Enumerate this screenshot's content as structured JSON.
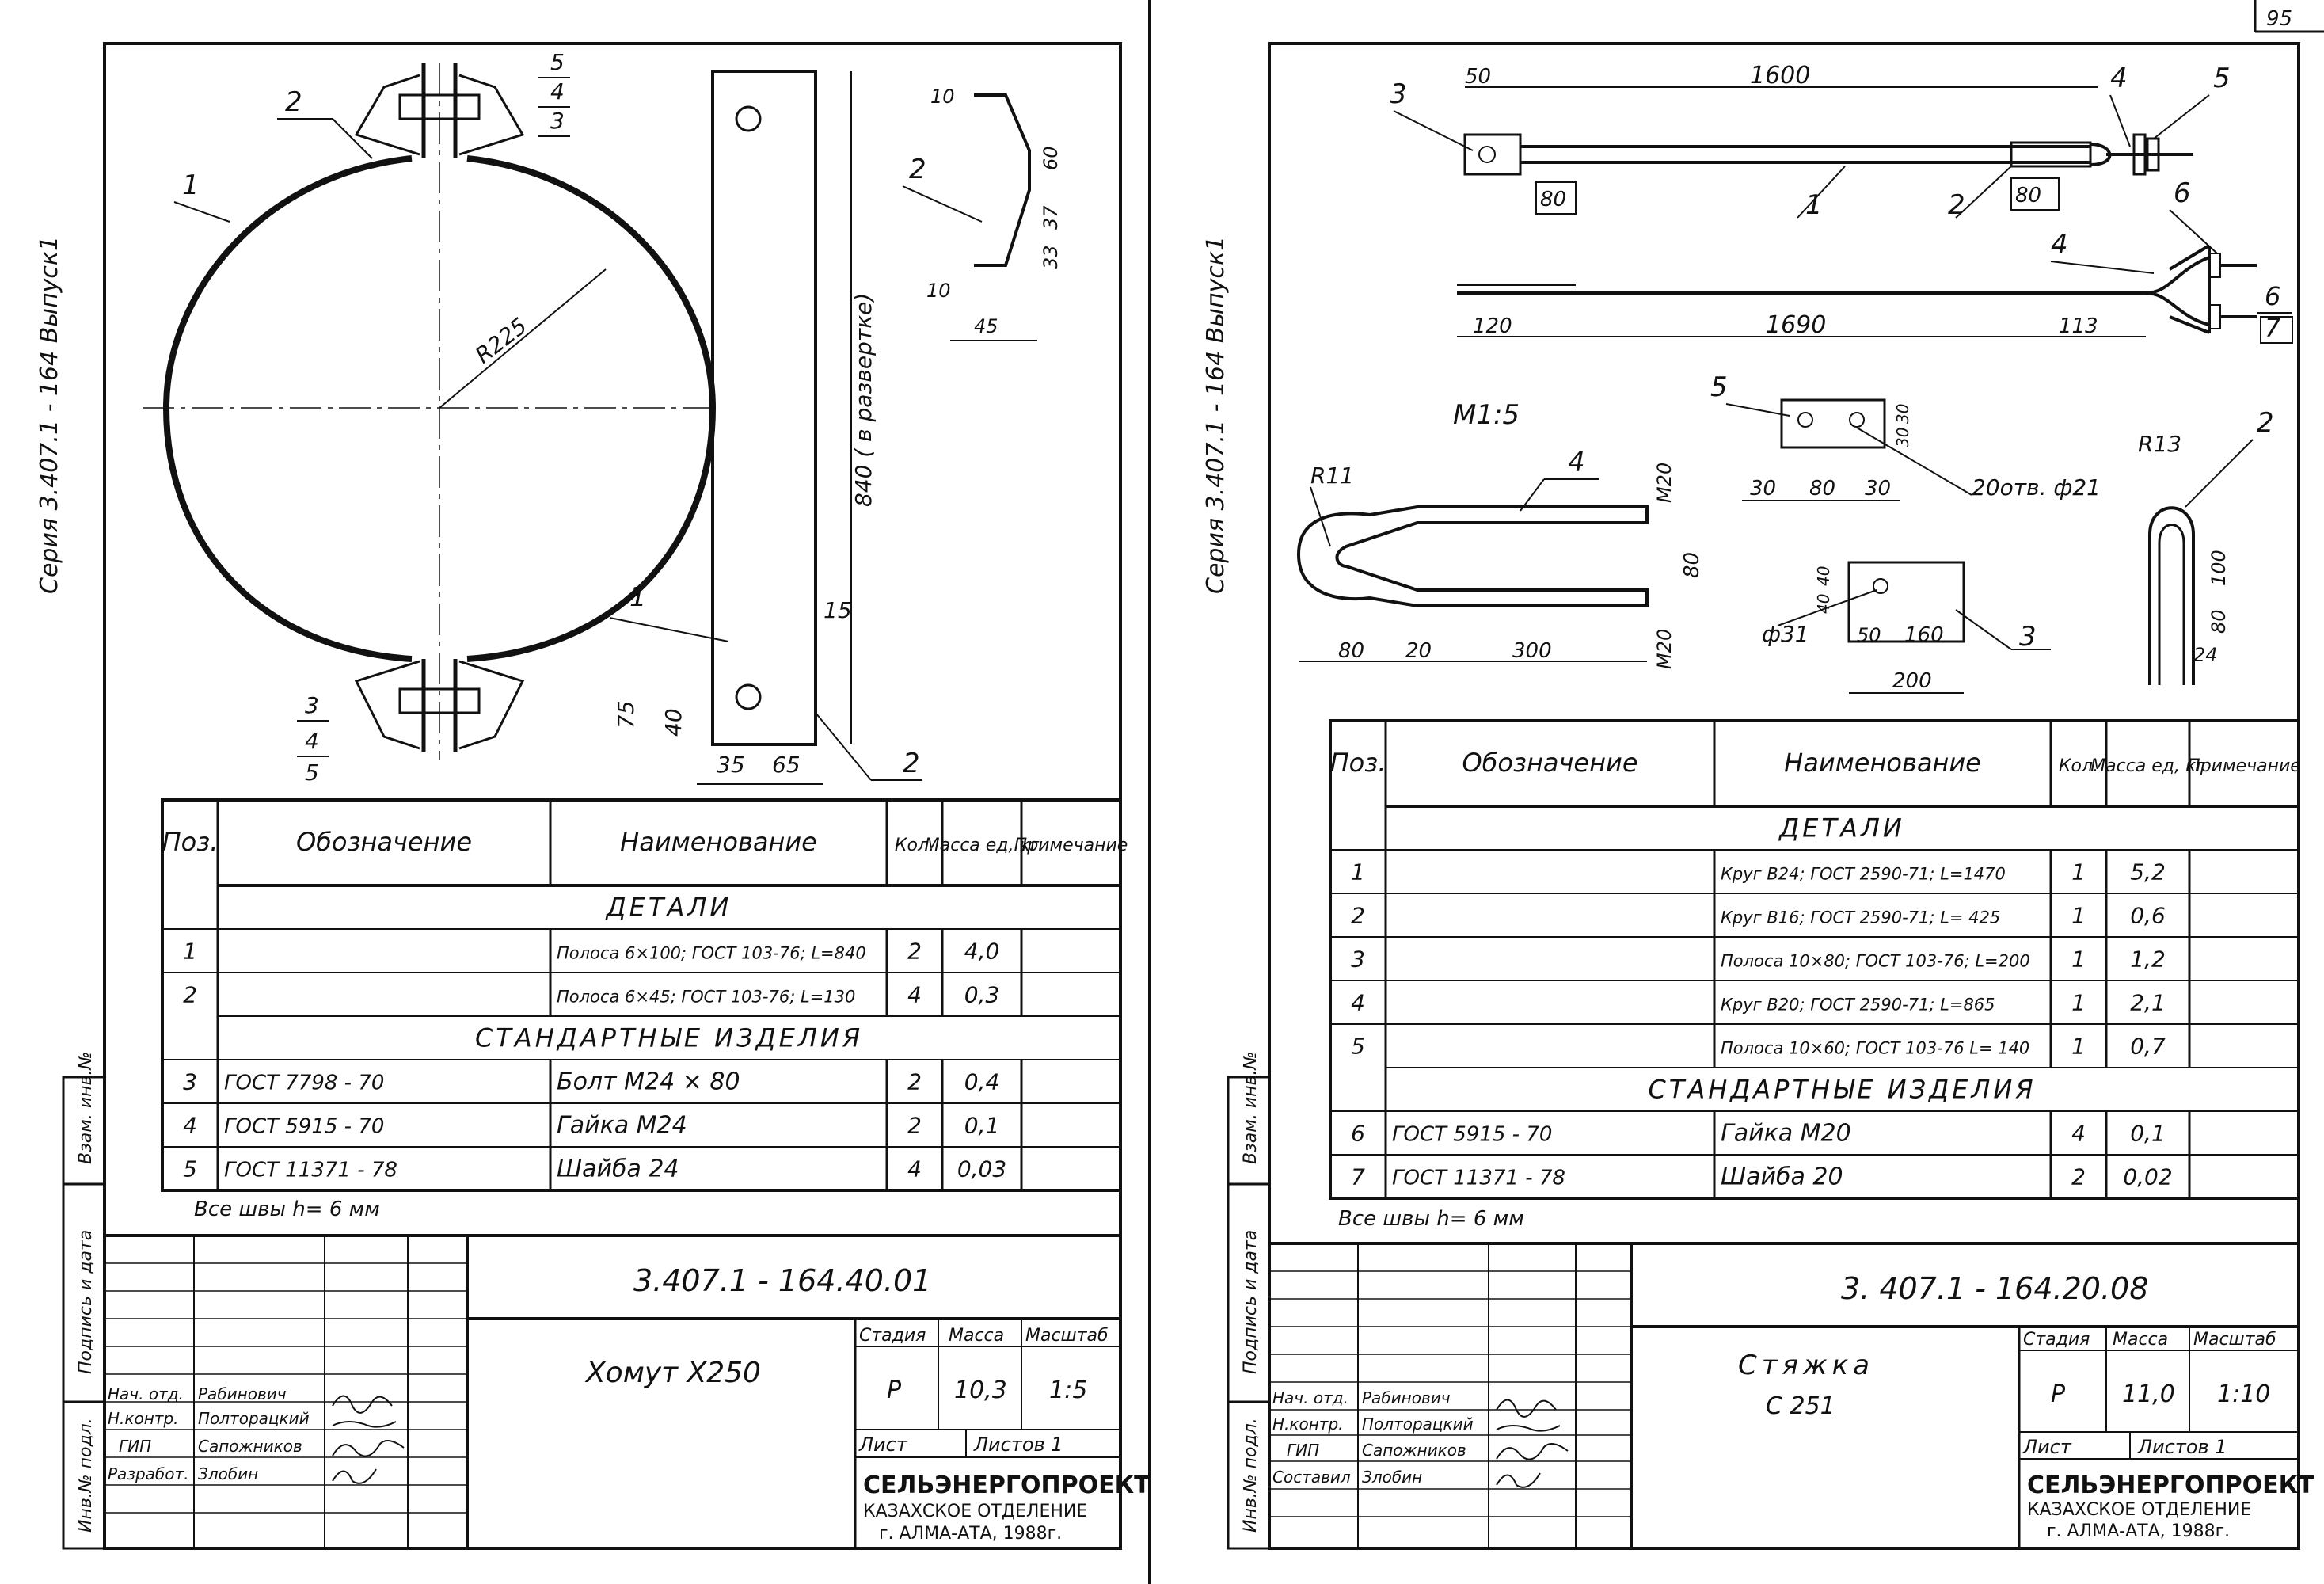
{
  "page_number": "95",
  "left_sheet": {
    "series_label": "Серия  3.407.1 - 164 Выпуск1",
    "side_stamps": [
      "Взам. инв.№",
      "Подпись и дата",
      "Инв.№ подл."
    ],
    "drawing": {
      "pos_labels": [
        "1",
        "2",
        "3",
        "4",
        "5"
      ],
      "radius": "R225",
      "dims": [
        "840  ( в развертке)",
        "15",
        "75",
        "40",
        "35",
        "65",
        "10",
        "60",
        "37",
        "33",
        "10",
        "45"
      ]
    },
    "table": {
      "headers": [
        "Поз.",
        "Обозначение",
        "Наименование",
        "Кол.",
        "Масса ед, кг",
        "Примечание"
      ],
      "section_details": "ДЕТАЛИ",
      "section_standard": "СТАНДАРТНЫЕ   ИЗДЕЛИЯ",
      "details": [
        {
          "pos": "1",
          "designation": "",
          "name": "Полоса 6×100; ГОСТ 103-76; L=840",
          "qty": "2",
          "mass": "4,0",
          "note": ""
        },
        {
          "pos": "2",
          "designation": "",
          "name": "Полоса 6×45; ГОСТ 103-76; L=130",
          "qty": "4",
          "mass": "0,3",
          "note": ""
        }
      ],
      "standard": [
        {
          "pos": "3",
          "designation": "ГОСТ   7798 - 70",
          "name": "Болт   М24 × 80",
          "qty": "2",
          "mass": "0,4",
          "note": ""
        },
        {
          "pos": "4",
          "designation": "ГОСТ   5915 - 70",
          "name": "Гайка   М24",
          "qty": "2",
          "mass": "0,1",
          "note": ""
        },
        {
          "pos": "5",
          "designation": "ГОСТ   11371 - 78",
          "name": "Шайба   24",
          "qty": "4",
          "mass": "0,03",
          "note": ""
        }
      ]
    },
    "note": "Все  швы   h= 6 мм",
    "title_block": {
      "code": "3.407.1 - 164.40.01",
      "title": "Хомут Х250",
      "stage_label": "Стадия",
      "mass_label": "Масса",
      "scale_label": "Масштаб",
      "stage": "Р",
      "mass": "10,3",
      "scale": "1:5",
      "sheet_label": "Лист",
      "sheets_label": "Листов 1",
      "roles": [
        "Нач. отд.",
        "Н.контр.",
        "ГИП",
        "Разработ."
      ],
      "names": [
        "Рабинович",
        "Полторацкий",
        "Сапожников",
        "Злобин"
      ],
      "org": "СЕЛЬЭНЕРГОПРОЕКТ",
      "dept": "КАЗАХСКОЕ  ОТДЕЛЕНИЕ",
      "city": "г. АЛМА-АТА, 1988г."
    }
  },
  "right_sheet": {
    "series_label": "Серия  3.407.1 - 164 Выпуск1",
    "side_stamps": [
      "Взам. инв.№",
      "Подпись и дата",
      "Инв.№ подл."
    ],
    "drawing": {
      "scale_note": "М1:5",
      "pos_labels": [
        "1",
        "2",
        "3",
        "4",
        "5",
        "6",
        "6",
        "7",
        "2",
        "3",
        "4",
        "5"
      ],
      "dims_main": [
        "50",
        "1600",
        "80",
        "80",
        "120",
        "1690",
        "113"
      ],
      "dims_part4": [
        "R11",
        "80",
        "20",
        "300",
        "М20",
        "80",
        "М20"
      ],
      "dims_part5": [
        "30",
        "30",
        "30",
        "80",
        "30",
        "20отв. ф21"
      ],
      "dims_part3": [
        "40",
        "40",
        "ф31",
        "50",
        "160",
        "200"
      ],
      "dims_part2": [
        "R13",
        "100",
        "80",
        "24"
      ]
    },
    "table": {
      "headers": [
        "Поз.",
        "Обозначение",
        "Наименование",
        "Кол.",
        "Масса ед, кг",
        "Примечание"
      ],
      "section_details": "ДЕТАЛИ",
      "section_standard": "СТАНДАРТНЫЕ   ИЗДЕЛИЯ",
      "details": [
        {
          "pos": "1",
          "designation": "",
          "name": "Круг В24; ГОСТ 2590-71; L=1470",
          "qty": "1",
          "mass": "5,2",
          "note": ""
        },
        {
          "pos": "2",
          "designation": "",
          "name": "Круг В16; ГОСТ 2590-71; L= 425",
          "qty": "1",
          "mass": "0,6",
          "note": ""
        },
        {
          "pos": "3",
          "designation": "",
          "name": "Полоса 10×80; ГОСТ 103-76; L=200",
          "qty": "1",
          "mass": "1,2",
          "note": ""
        },
        {
          "pos": "4",
          "designation": "",
          "name": "Круг В20; ГОСТ 2590-71; L=865",
          "qty": "1",
          "mass": "2,1",
          "note": ""
        },
        {
          "pos": "5",
          "designation": "",
          "name": "Полоса 10×60; ГОСТ 103-76 L= 140",
          "qty": "1",
          "mass": "0,7",
          "note": ""
        }
      ],
      "standard": [
        {
          "pos": "6",
          "designation": "ГОСТ   5915 - 70",
          "name": "Гайка   М20",
          "qty": "4",
          "mass": "0,1",
          "note": ""
        },
        {
          "pos": "7",
          "designation": "ГОСТ   11371 - 78",
          "name": "Шайба   20",
          "qty": "2",
          "mass": "0,02",
          "note": ""
        }
      ]
    },
    "note": "Все  швы   h= 6 мм",
    "title_block": {
      "code": "3. 407.1 - 164.20.08",
      "title": "Стяжка",
      "subtitle": "С 251",
      "stage_label": "Стадия",
      "mass_label": "Масса",
      "scale_label": "Масштаб",
      "stage": "Р",
      "mass": "11,0",
      "scale": "1:10",
      "sheet_label": "Лист",
      "sheets_label": "Листов 1",
      "roles": [
        "Нач. отд.",
        "Н.контр.",
        "ГИП",
        "Составил"
      ],
      "names": [
        "Рабинович",
        "Полторацкий",
        "Сапожников",
        "Злобин"
      ],
      "org": "СЕЛЬЭНЕРГОПРОЕКТ",
      "dept": "КАЗАХСКОЕ  ОТДЕЛЕНИЕ",
      "city": "г. АЛМА-АТА, 1988г."
    }
  }
}
